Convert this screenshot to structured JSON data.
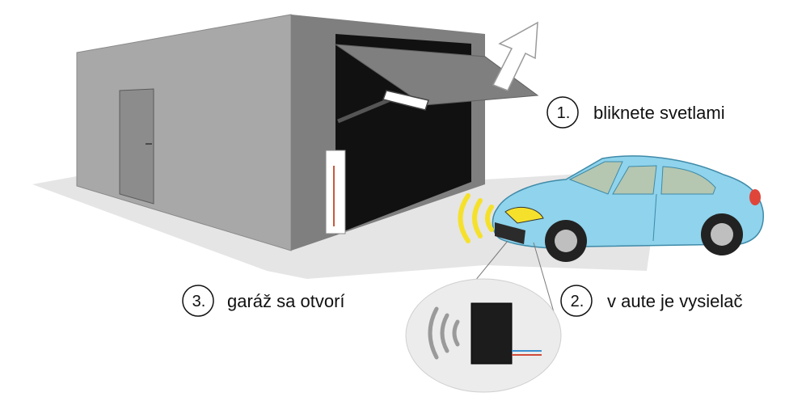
{
  "steps": [
    {
      "number": "1.",
      "text": "bliknete svetlami"
    },
    {
      "number": "2.",
      "text": "v aute je vysielač"
    },
    {
      "number": "3.",
      "text": "garáž sa otvorí"
    }
  ],
  "colors": {
    "ground": "#e4e4e4",
    "garage_front": "#a6a6a6",
    "garage_side": "#7d7d7d",
    "garage_top": "#d4d4d4",
    "door_opening": "#101010",
    "door_panel": "#7f7f7f",
    "car_body": "#8fd3ec",
    "car_glass": "#b9c9b2",
    "signal": "#f5e12b",
    "transmitter": "#1a1a1a"
  }
}
